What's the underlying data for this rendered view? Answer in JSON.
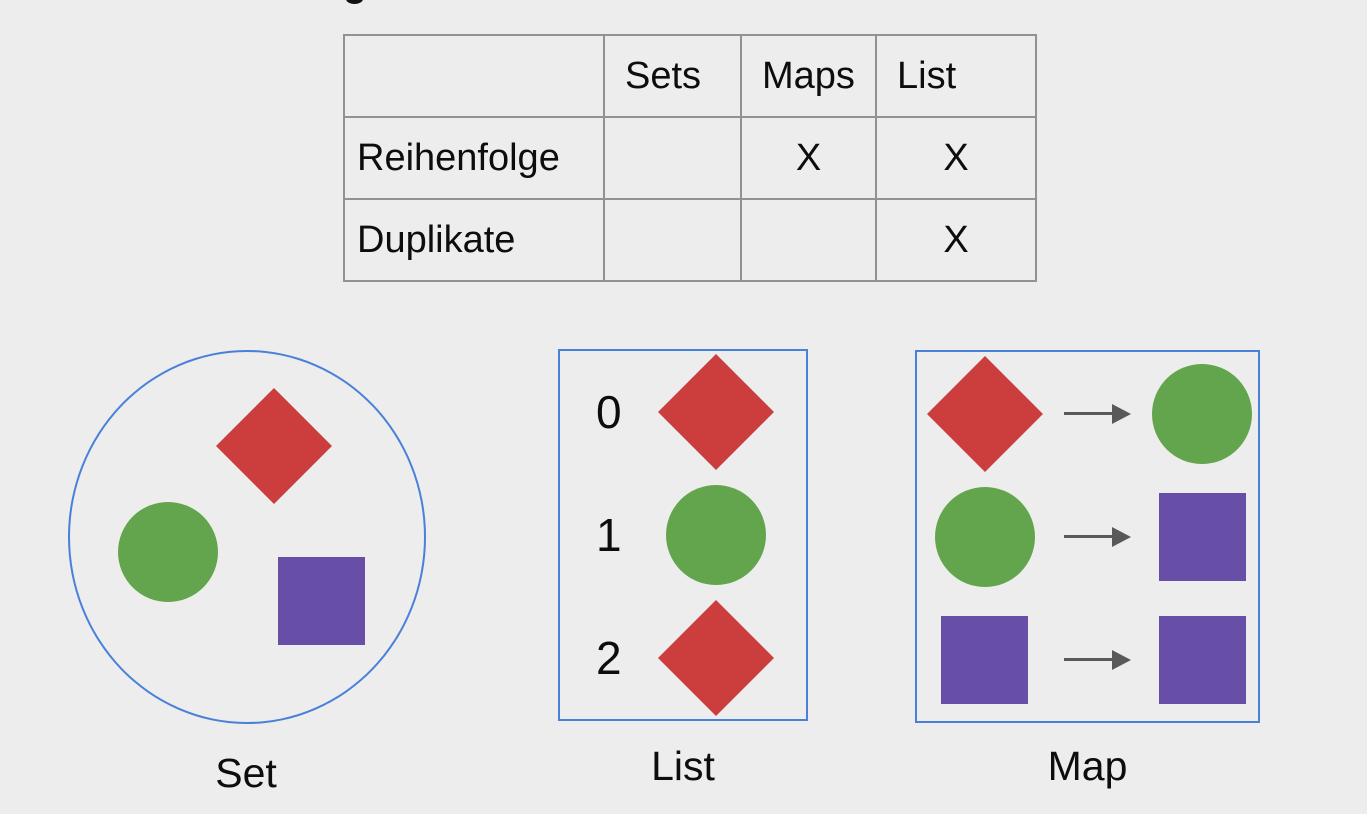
{
  "table": {
    "columns": [
      "",
      "Sets",
      "Maps",
      "List"
    ],
    "rows": [
      {
        "label": "Reihenfolge",
        "cells": [
          "",
          "X",
          "X"
        ]
      },
      {
        "label": "Duplikate",
        "cells": [
          "",
          "",
          "X"
        ]
      }
    ]
  },
  "set_diagram": {
    "label": "Set",
    "items": [
      "red-diamond",
      "green-circle",
      "purple-square"
    ]
  },
  "list_diagram": {
    "label": "List",
    "rows": [
      {
        "index": "0",
        "shape": "red-diamond"
      },
      {
        "index": "1",
        "shape": "green-circle"
      },
      {
        "index": "2",
        "shape": "red-diamond"
      }
    ]
  },
  "map_diagram": {
    "label": "Map",
    "rows": [
      {
        "key": "red-diamond",
        "value": "green-circle"
      },
      {
        "key": "green-circle",
        "value": "purple-square"
      },
      {
        "key": "purple-square",
        "value": "purple-square"
      }
    ]
  },
  "colors": {
    "red": "#CC3E3E",
    "green": "#62A54C",
    "purple": "#674EA7",
    "blue_border": "#4A80D9",
    "table_border": "#929292",
    "arrow": "#595959",
    "background": "#ECEDEC"
  }
}
